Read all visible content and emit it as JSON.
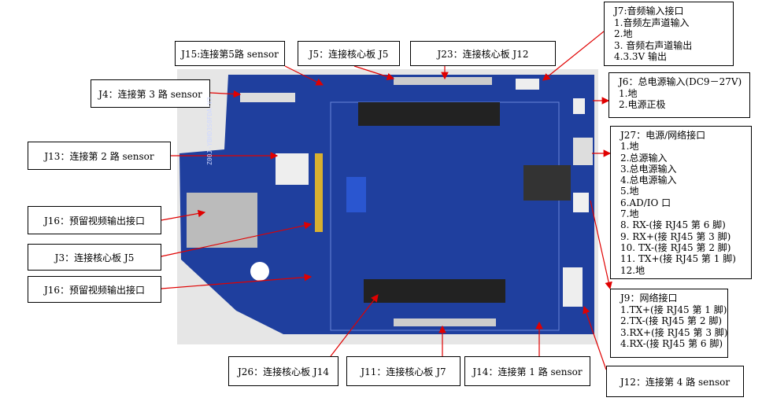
{
  "labels": {
    "j15": "J15:连接第5路 sensor",
    "j5": "J5：连接核心板 J5",
    "j23": "J23：连接核心板 J12",
    "j4": "J4：连接第 3 路 sensor",
    "j13": "J13：连接第 2 路 sensor",
    "j16a": "J16：预留视频输出接口",
    "j3": "J3：连接核心板 J5",
    "j16b": "J16：预留视频输出接口",
    "j26": "J26：连接核心板 J14",
    "j11": "J11：连接核心板 J7",
    "j14": "J14：连接第 1 路 sensor",
    "j12": "J12：连接第 4 路 sensor"
  },
  "j7": [
    "J7:音频输入接口",
    "1.音频左声道输入",
    "2.地",
    "3. 音频右声道输出",
    "4.3.3V 输出"
  ],
  "j6": [
    "J6：总电源输入(DC9－27V)",
    "1.地",
    "2.电源正极"
  ],
  "j27": [
    "J27：电源/网络接口",
    "1.地",
    "2.总源输入",
    "3.总电源输入",
    "4.总电源输入",
    "5.地",
    "6.AD/IO 口",
    "7.地",
    "8. RX-(接 RJ45 第 6 脚)",
    "9. RX+(接 RJ45 第 3 脚)",
    "10. TX-(接 RJ45 第 2 脚)",
    "11. TX+(接 RJ45 第 1 脚)",
    "12.地"
  ],
  "j9": [
    "J9：网络接口",
    "1.TX+(接 RJ45 第 1 脚)",
    "2.TX-(接 RJ45 第 2 脚)",
    "3.RX+(接 RJ45 第 3 脚)",
    "4.RX-(接 RJ45 第 6 脚)"
  ],
  "board_silk": "Z00J-YBHD3S0FDA-V3",
  "colors": {
    "board": "#1f3f9e",
    "arrow": "#e00000"
  }
}
